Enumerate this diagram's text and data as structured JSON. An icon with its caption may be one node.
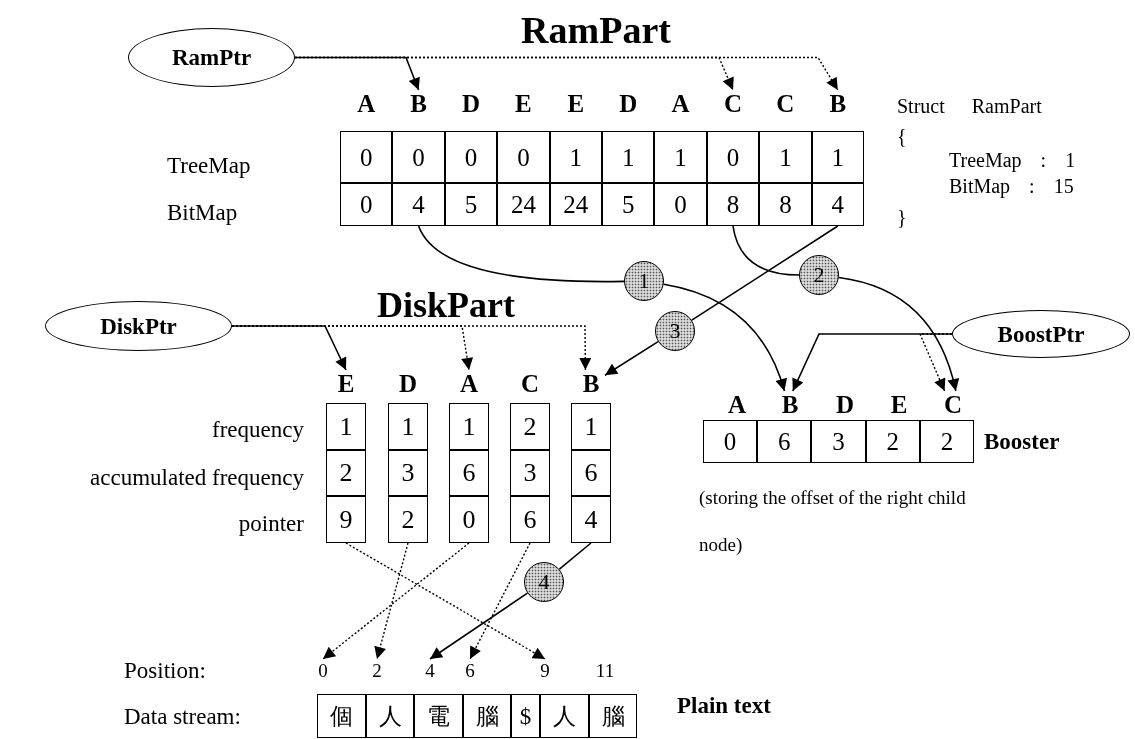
{
  "diagram": {
    "nodes": [
      {
        "text": [
          "RamPtr"
        ]
      },
      {
        "text": [
          "B"
        ]
      },
      {
        "text": [
          "C"
        ]
      },
      {
        "text": [
          "B"
        ]
      },
      {
        "text": [
          "0"
        ]
      },
      {
        "text": [
          "0"
        ]
      },
      {
        "text": [
          "0"
        ]
      },
      {
        "text": [
          "0"
        ]
      },
      {
        "text": [
          "1"
        ]
      },
      {
        "text": [
          "1"
        ]
      },
      {
        "text": [
          "1"
        ]
      },
      {
        "text": [
          "0"
        ]
      },
      {
        "text": [
          "1"
        ]
      },
      {
        "text": [
          "1"
        ]
      },
      {
        "text": [
          "0"
        ]
      },
      {
        "text": [
          "4"
        ]
      },
      {
        "text": [
          "5"
        ]
      },
      {
        "text": [
          "24"
        ]
      },
      {
        "text": [
          "24"
        ]
      },
      {
        "text": [
          "5"
        ]
      },
      {
        "text": [
          "0"
        ]
      },
      {
        "text": [
          "8"
        ]
      },
      {
        "text": [
          "8"
        ]
      },
      {
        "text": [
          "4"
        ]
      },
      {
        "text": [
          "1"
        ]
      },
      {
        "text": [
          "2"
        ]
      },
      {
        "text": [
          "DiskPtr"
        ]
      },
      {
        "text": [
          "3"
        ]
      },
      {
        "text": [
          "BoostPtr"
        ]
      },
      {
        "text": [
          "E"
        ]
      },
      {
        "text": [
          "A"
        ]
      },
      {
        "text": [
          "B"
        ]
      },
      {
        "text": [
          "B"
        ]
      },
      {
        "text": [
          "C"
        ]
      },
      {
        "text": [
          "1"
        ]
      },
      {
        "text": [
          "1"
        ]
      },
      {
        "text": [
          "1"
        ]
      },
      {
        "text": [
          "2"
        ]
      },
      {
        "text": [
          "1"
        ]
      },
      {
        "text": [
          "2"
        ]
      },
      {
        "text": [
          "3"
        ]
      },
      {
        "text": [
          "6"
        ]
      },
      {
        "text": [
          "3"
        ]
      },
      {
        "text": [
          "6"
        ]
      },
      {
        "text": [
          "9"
        ]
      },
      {
        "text": [
          "2"
        ]
      },
      {
        "text": [
          "0"
        ]
      },
      {
        "text": [
          "6"
        ]
      },
      {
        "text": [
          "4"
        ]
      },
      {
        "text": [
          "0"
        ]
      },
      {
        "text": [
          "6"
        ]
      },
      {
        "text": [
          "3"
        ]
      },
      {
        "text": [
          "2"
        ]
      },
      {
        "text": [
          "2"
        ]
      },
      {
        "text": [
          "4"
        ]
      },
      {
        "text": [
          "0"
        ]
      },
      {
        "text": [
          "2"
        ]
      },
      {
        "text": [
          "4"
        ]
      },
      {
        "text": [
          "6"
        ]
      },
      {
        "text": [
          "9"
        ]
      },
      {
        "text": [
          "個"
        ]
      },
      {
        "text": [
          "人"
        ]
      },
      {
        "text": [
          "電"
        ]
      },
      {
        "text": [
          "腦"
        ]
      },
      {
        "text": [
          "$"
        ]
      },
      {
        "text": [
          "人"
        ]
      },
      {
        "text": [
          "腦"
        ]
      }
    ],
    "edges": [
      {
        "from": 0,
        "to": 1,
        "arrow": "to"
      },
      {
        "from": 0,
        "to": 2,
        "arrow": "to",
        "style": "dashed"
      },
      {
        "from": 0,
        "to": 3,
        "arrow": "to",
        "style": "dashed"
      },
      {
        "from": 15,
        "to": 24,
        "arrow": "none"
      },
      {
        "from": 24,
        "to": 32,
        "arrow": "to"
      },
      {
        "from": 21,
        "to": 25,
        "arrow": "none"
      },
      {
        "from": 25,
        "to": 33,
        "arrow": "to"
      },
      {
        "from": 23,
        "to": 27,
        "arrow": "none"
      },
      {
        "from": 27,
        "to": 31,
        "arrow": "to"
      },
      {
        "from": 26,
        "to": 29,
        "arrow": "to"
      },
      {
        "from": 26,
        "to": 30,
        "arrow": "to",
        "style": "dashed"
      },
      {
        "from": 26,
        "to": 31,
        "arrow": "to",
        "style": "dashed"
      },
      {
        "from": 28,
        "to": 32,
        "arrow": "to"
      },
      {
        "from": 28,
        "to": 33,
        "arrow": "to",
        "style": "dashed"
      },
      {
        "from": 44,
        "to": 59,
        "arrow": "to",
        "style": "dashed"
      },
      {
        "from": 45,
        "to": 56,
        "arrow": "to",
        "style": "dashed"
      },
      {
        "from": 46,
        "to": 55,
        "arrow": "to",
        "style": "dashed"
      },
      {
        "from": 47,
        "to": 58,
        "arrow": "to",
        "style": "dashed"
      },
      {
        "from": 48,
        "to": 54,
        "arrow": "none"
      },
      {
        "from": 54,
        "to": 57,
        "arrow": "to"
      }
    ],
    "labels": [
      "RamPart",
      "A",
      "D",
      "E",
      "E",
      "D",
      "A",
      "C",
      "Struct RamPart",
      "TreeMap",
      "{",
      "TreeMap : 1",
      "BitMap",
      "BitMap : 15",
      "}",
      "DiskPart",
      "D",
      "C",
      "A",
      "D",
      "E",
      "frequency",
      "Booster",
      "accumulated frequency",
      "(storing the offset of the right child node)",
      "pointer",
      "Position:",
      "11",
      "Data stream:",
      "Plain text"
    ]
  }
}
